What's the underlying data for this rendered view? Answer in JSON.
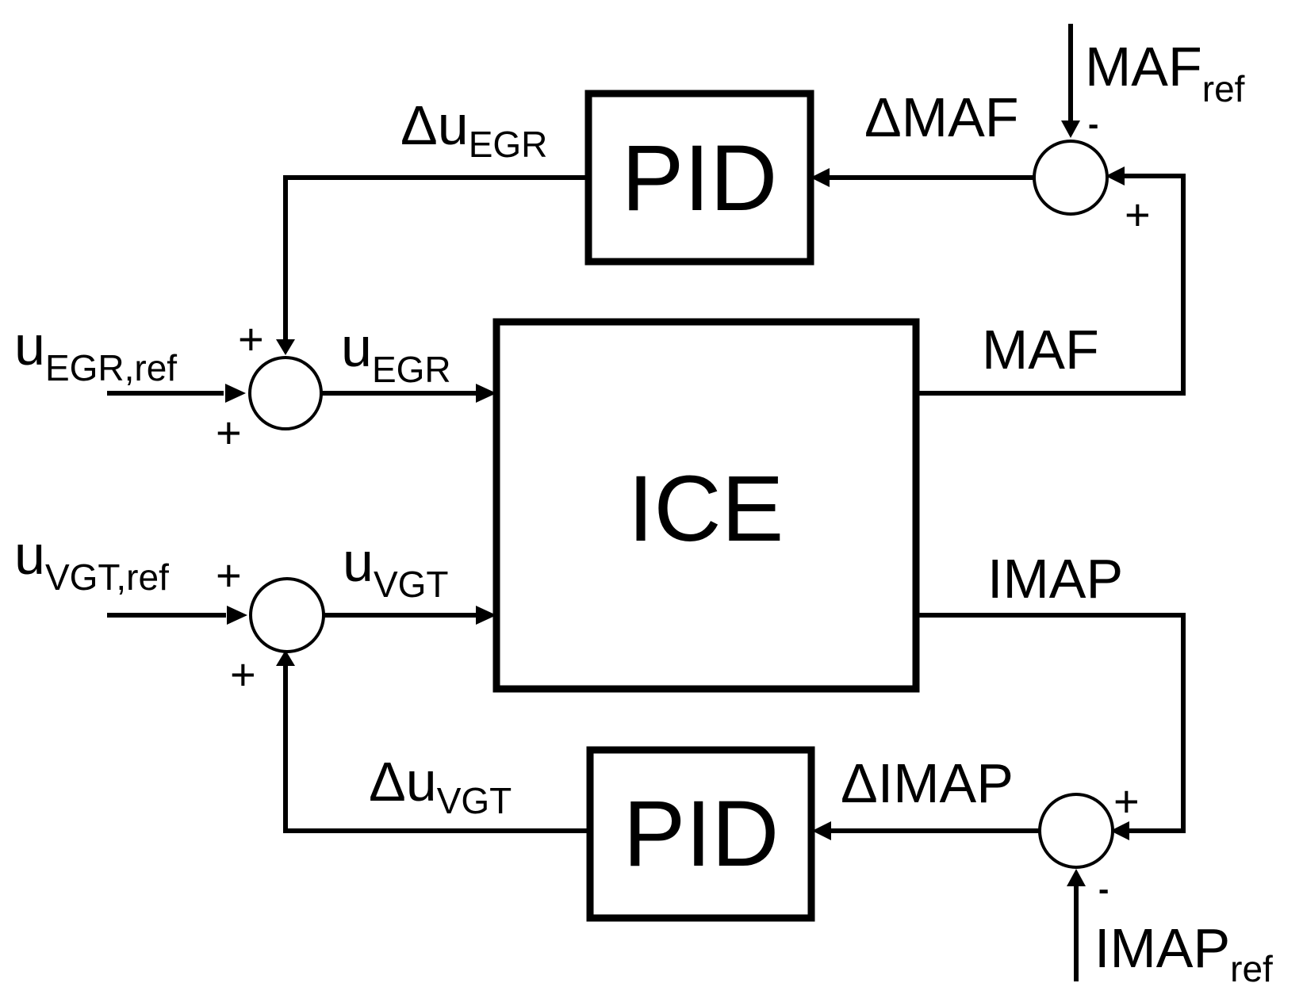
{
  "blocks": {
    "ice": "ICE",
    "pid_top": "PID",
    "pid_bottom": "PID"
  },
  "signals": {
    "delta_u_egr": {
      "main": "Δu",
      "sub": "EGR"
    },
    "delta_maf": "ΔMAF",
    "maf_ref": {
      "main": "MAF",
      "sub": "ref"
    },
    "u_egr_ref": {
      "main": "u",
      "sub": "EGR,ref"
    },
    "u_egr": {
      "main": "u",
      "sub": "EGR"
    },
    "maf": "MAF",
    "u_vgt_ref": {
      "main": "u",
      "sub": "VGT,ref"
    },
    "u_vgt": {
      "main": "u",
      "sub": "VGT"
    },
    "imap": "IMAP",
    "delta_u_vgt": {
      "main": "Δu",
      "sub": "VGT"
    },
    "delta_imap": "ΔIMAP",
    "imap_ref": {
      "main": "IMAP",
      "sub": "ref"
    }
  },
  "signs": {
    "egr_sum_top": "+",
    "egr_sum_bottom": "+",
    "vgt_sum_top": "+",
    "vgt_sum_bottom": "+",
    "maf_sum_minus": "-",
    "maf_sum_plus": "+",
    "imap_sum_plus": "+",
    "imap_sum_minus": "-"
  }
}
